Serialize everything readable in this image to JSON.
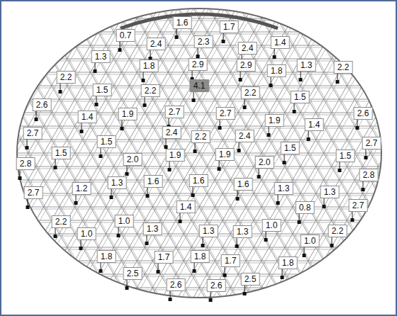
{
  "diagram": {
    "labels": [
      "1.6",
      "1.7",
      "0.7",
      "2.4",
      "2.3",
      "2.4",
      "1.4",
      "1.3",
      "1.8",
      "2.9",
      "2.9",
      "1.8",
      "1.3",
      "2.2",
      "1.5",
      "2.2",
      "4.1",
      "2.2",
      "1.5",
      "2.2",
      "2.6",
      "1.4",
      "1.9",
      "2.7",
      "2.7",
      "1.9",
      "1.4",
      "2.6",
      "2.7",
      "1.5",
      "2.4",
      "2.2",
      "2.4",
      "1.5",
      "2.7",
      "1.5",
      "2.0",
      "1.9",
      "1.9",
      "2.0",
      "1.5",
      "2.8",
      "2.8",
      "1.2",
      "1.3",
      "1.6",
      "1.6",
      "1.6",
      "1.3",
      "1.3",
      "2.7",
      "2.7",
      "1.4",
      "0.8",
      "2.2",
      "1.0",
      "1.3",
      "1.3",
      "1.3",
      "1.0",
      "2.2",
      "1.0",
      "1.0",
      "1.8",
      "1.7",
      "1.8",
      "1.7",
      "1.8",
      "2.5",
      "2.6",
      "2.6",
      "2.5"
    ]
  }
}
